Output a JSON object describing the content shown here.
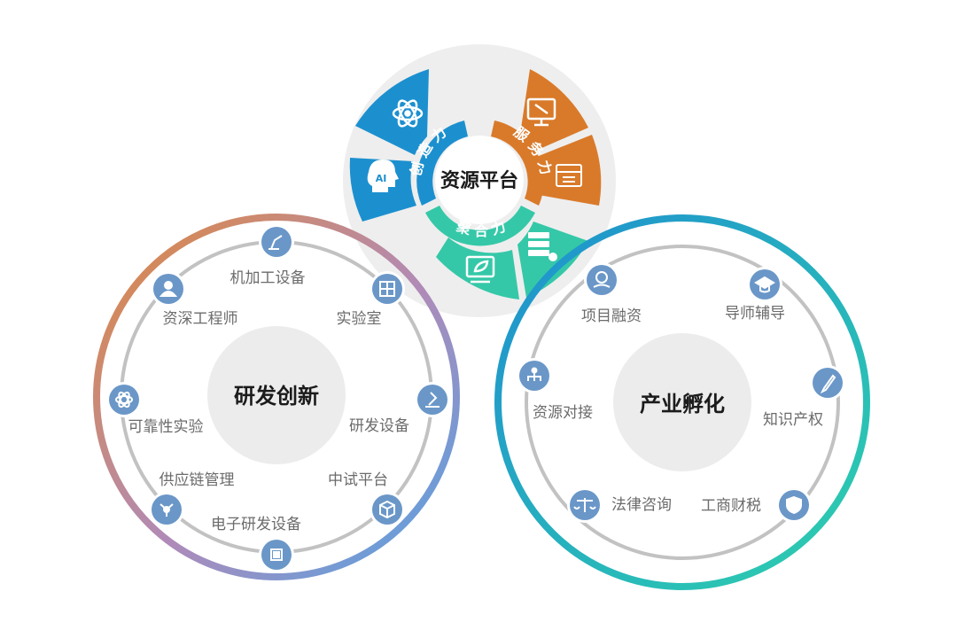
{
  "top_hub": {
    "title": "资源平台",
    "sections": {
      "create": "创 造 力",
      "service": "服 务 力",
      "gather": "聚 合 力"
    },
    "icon_labels": {
      "ai": "AI"
    }
  },
  "left_hub": {
    "title": "研发创新",
    "nodes": [
      {
        "label": "机加工设备",
        "icon": "robot-arm-icon"
      },
      {
        "label": "实验室",
        "icon": "grid-panel-icon"
      },
      {
        "label": "研发设备",
        "icon": "microscope-icon"
      },
      {
        "label": "中试平台",
        "icon": "cube-icon"
      },
      {
        "label": "电子研发设备",
        "icon": "chip-icon"
      },
      {
        "label": "供应链管理",
        "icon": "network-icon"
      },
      {
        "label": "可靠性实验",
        "icon": "atom-icon"
      },
      {
        "label": "资深工程师",
        "icon": "person-icon"
      }
    ]
  },
  "right_hub": {
    "title": "产业孵化",
    "nodes": [
      {
        "label": "项目融资",
        "icon": "money-hand-icon"
      },
      {
        "label": "导师辅导",
        "icon": "graduation-cap-icon"
      },
      {
        "label": "知识产权",
        "icon": "pen-icon"
      },
      {
        "label": "工商财税",
        "icon": "badge-icon"
      },
      {
        "label": "法律咨询",
        "icon": "scales-icon"
      },
      {
        "label": "资源对接",
        "icon": "hierarchy-icon"
      }
    ]
  },
  "colors": {
    "blue": "#1c90cf",
    "orange": "#d97a2a",
    "teal": "#35c8a8",
    "node": "#6a97c8",
    "ring": "#c2c2c2",
    "hub_bg": "#ececec",
    "left_ring_start": "#e0893d",
    "left_ring_end": "#4fa5e6",
    "right_ring_start": "#1e8fd0",
    "right_ring_end": "#2ed0ad"
  }
}
